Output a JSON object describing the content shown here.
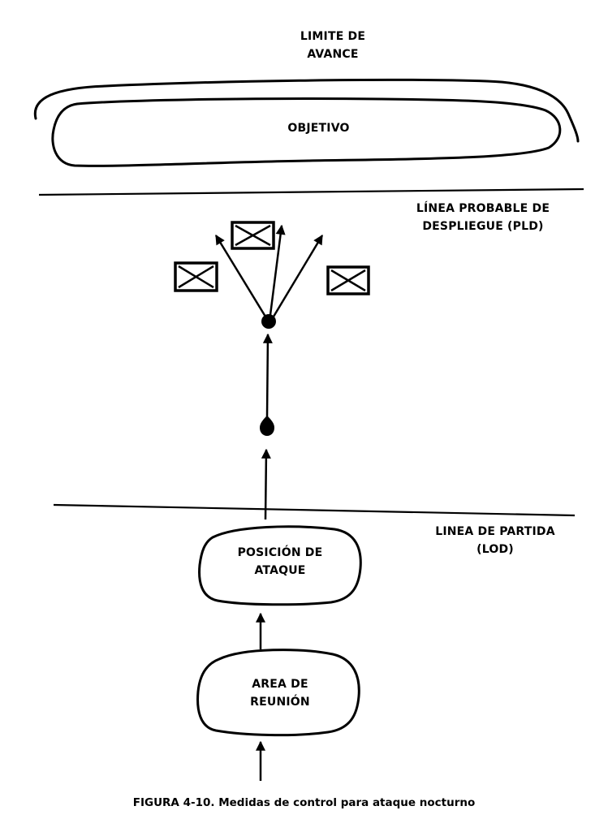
{
  "labels": {
    "limite_avance": [
      "LIMITE DE",
      "AVANCE"
    ],
    "objetivo": "OBJETIVO",
    "pld": [
      "LÍNEA PROBABLE DE",
      "DESPLIEGUE (PLD)"
    ],
    "lod": [
      "LINEA DE PARTIDA",
      "(LOD)"
    ],
    "posicion_ataque": [
      "POSICIÓN DE",
      "ATAQUE"
    ],
    "area_reunion": [
      "AREA DE",
      "REUNIÓN"
    ]
  },
  "caption": "FIGURA 4-10. Medidas de control para ataque nocturno",
  "colors": {
    "ink": "#000000",
    "background": "#ffffff"
  }
}
